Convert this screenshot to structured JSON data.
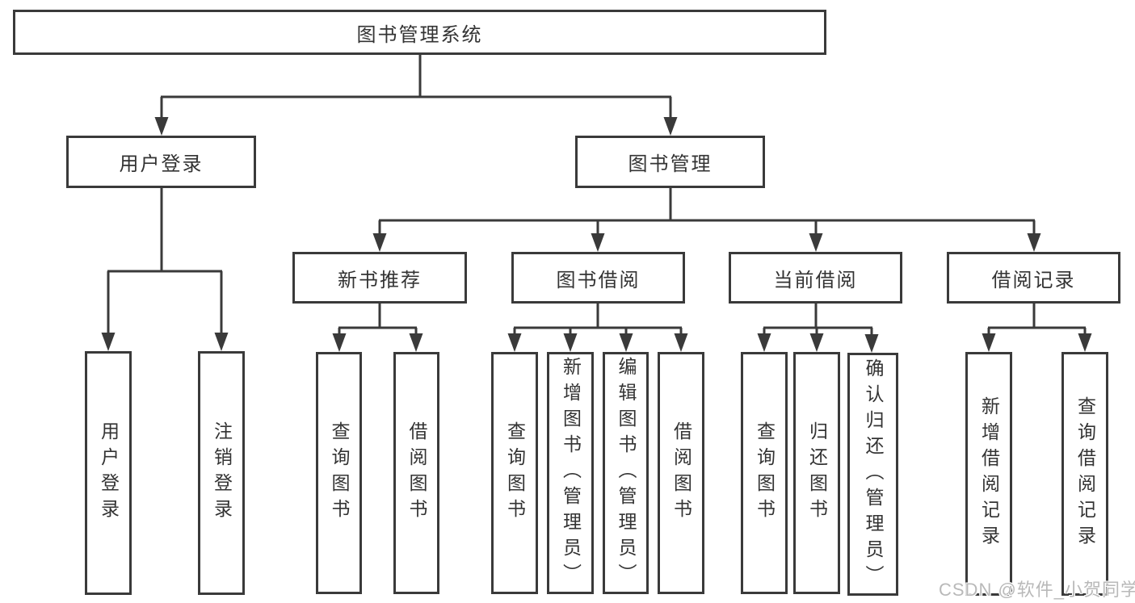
{
  "diagram_title": "图书管理系统",
  "nodes": {
    "root": {
      "label": "图书管理系统"
    },
    "user_login": {
      "label": "用户登录"
    },
    "book_mgmt": {
      "label": "图书管理"
    },
    "new_books": {
      "label": "新书推荐"
    },
    "book_borrow": {
      "label": "图书借阅"
    },
    "current_borrow": {
      "label": "当前借阅"
    },
    "borrow_records": {
      "label": "借阅记录"
    },
    "leaf_user_login": {
      "label": "用户登录"
    },
    "leaf_logout": {
      "label": "注销登录"
    },
    "leaf_nb_query": {
      "label": "查询图书"
    },
    "leaf_nb_borrow": {
      "label": "借阅图书"
    },
    "leaf_bb_query": {
      "label": "查询图书"
    },
    "leaf_bb_add": {
      "label": "新增图书（管理员）"
    },
    "leaf_bb_edit": {
      "label": "编辑图书（管理员）"
    },
    "leaf_bb_borrow": {
      "label": "借阅图书"
    },
    "leaf_cb_query": {
      "label": "查询图书"
    },
    "leaf_cb_return": {
      "label": "归还图书"
    },
    "leaf_cb_confirm": {
      "label": "确认归还（管理员）"
    },
    "leaf_br_add": {
      "label": "新增借阅记录"
    },
    "leaf_br_query": {
      "label": "查询借阅记录"
    }
  },
  "watermark": {
    "text": "CSDN @软件_小贺同学"
  },
  "colors": {
    "line": "#3a3a3a",
    "text": "#333333",
    "background": "#ffffff",
    "watermark": "#b9b9b9"
  }
}
